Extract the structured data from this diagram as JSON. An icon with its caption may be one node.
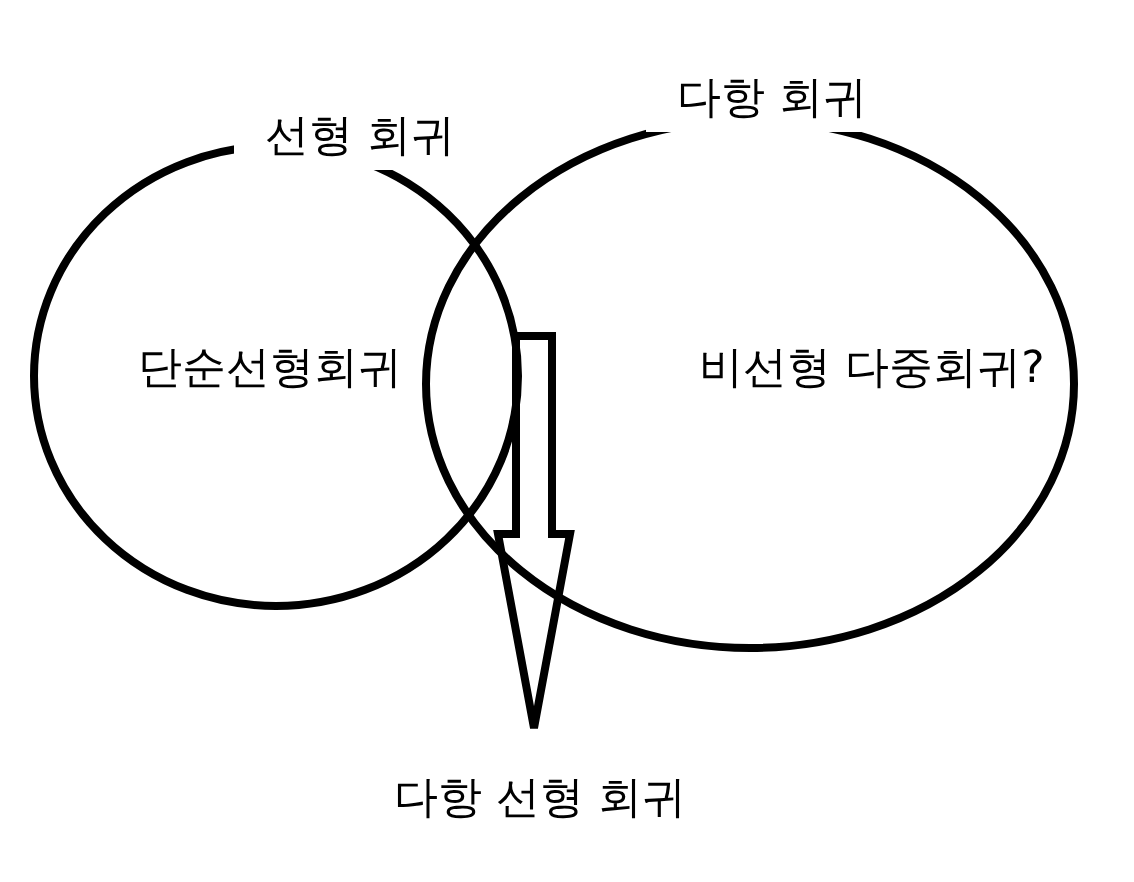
{
  "diagram": {
    "nodes": [
      {
        "text": [
          "선형 회귀",
          "단순선형회귀"
        ]
      },
      {
        "text": [
          "다항 회귀",
          "비선형 다중회귀?"
        ]
      },
      {
        "text": [
          "다항 선형 회귀"
        ]
      }
    ],
    "edges": [
      {
        "from": null,
        "to": 2,
        "arrow": "to",
        "style": "thick"
      }
    ]
  }
}
